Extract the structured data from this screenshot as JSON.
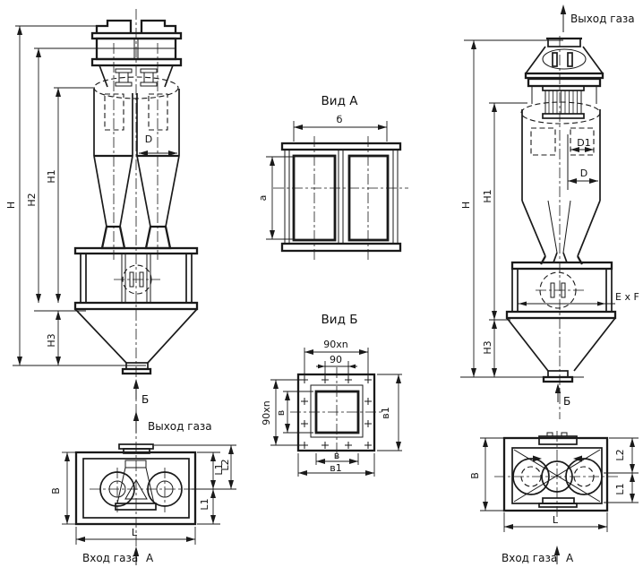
{
  "drawing": {
    "front_view": {
      "dim_h": "H",
      "dim_h1": "H1",
      "dim_h2": "H2",
      "dim_h3": "Н3",
      "dim_d": "D",
      "section_b": "Б",
      "gas_outlet": "Выход газа"
    },
    "plan_front": {
      "dim_b": "В",
      "dim_l": "L",
      "dim_l1_top": "L1",
      "dim_l2": "L2",
      "dim_l1_bottom": "L1",
      "gas_inlet": "Вход газа",
      "section_a": "А"
    },
    "view_a": {
      "title": "Вид А",
      "dim_width": "б",
      "dim_height": "a"
    },
    "view_b": {
      "title": "Вид Б",
      "dim_pitch_total_top": "90xn",
      "dim_pitch": "90",
      "dim_pitch_total_left": "90xn",
      "dim_v_left": "в",
      "dim_v1_right": "в1",
      "dim_v_bottom": "в",
      "dim_v1_bottom": "в1"
    },
    "side_view": {
      "gas_outlet": "Выход газа",
      "dim_h": "H",
      "dim_h1": "H1",
      "dim_h3": "Н3",
      "dim_d1": "D1",
      "dim_d": "D",
      "dim_hatch": "E x F",
      "section_b": "Б"
    },
    "plan_side": {
      "dim_b": "В",
      "dim_l": "L",
      "dim_l1": "L1",
      "dim_l2": "L2",
      "gas_inlet": "Вход газа",
      "section_a": "А"
    }
  }
}
